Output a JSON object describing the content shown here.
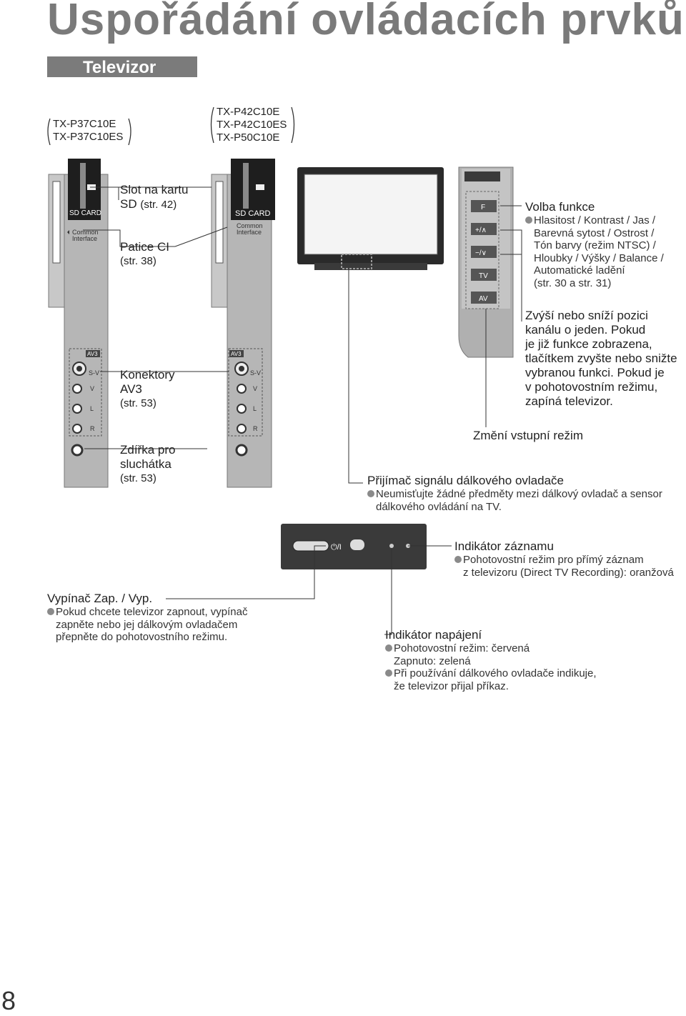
{
  "page": {
    "title": "Uspořádání ovládacích prvků",
    "section": "Televizor",
    "page_number": "8"
  },
  "models": {
    "group_left": [
      "TX-P37C10E",
      "TX-P37C10ES"
    ],
    "group_right": [
      "TX-P42C10E",
      "TX-P42C10ES",
      "TX-P50C10E"
    ]
  },
  "panel_labels": {
    "sd_card": "SD CARD",
    "common": "Common",
    "interface": "Interface",
    "av3": "AV3",
    "sv": "S-V",
    "v": "V",
    "l": "L",
    "r": "R"
  },
  "side_buttons": {
    "f": "F",
    "plus": "+/∧",
    "minus": "−/∨",
    "tv": "TV",
    "av": "AV"
  },
  "power_button_label": "⏻/I",
  "callouts": {
    "sd_slot": {
      "line1": "Slot na kartu",
      "line2": "SD",
      "ref": "(str. 42)"
    },
    "ci_slot": {
      "line1": "Patice CI",
      "ref": "(str. 38)"
    },
    "av3": {
      "line1": "Konektory",
      "line2": "AV3",
      "ref": "(str. 53)"
    },
    "headphones": {
      "line1": "Zdířka pro",
      "line2": "sluchátka",
      "ref": "(str. 53)"
    },
    "function_select": {
      "title": "Volba funkce",
      "items": [
        "Hlasitost / Kontrast / Jas /",
        "Barevná sytost / Ostrost /",
        "Tón barvy (režim NTSC) /",
        "Hloubky / Výšky / Balance /",
        "Automatické ladění",
        "(str. 30 a str. 31)"
      ]
    },
    "channel": {
      "lines": [
        "Zvýší nebo sníží pozici",
        "kanálu o jeden. Pokud",
        "je již funkce zobrazena,",
        "tlačítkem zvyšte nebo snižte",
        "vybranou funkci. Pokud je",
        "v pohotovostním režimu,",
        "zapíná televizor."
      ]
    },
    "input_mode": "Změní vstupní režim",
    "remote_sensor": {
      "title": "Přijímač signálu dálkového ovladače",
      "lines": [
        "Neumisťujte žádné předměty mezi dálkový ovladač a sensor",
        "dálkového ovládání na TV."
      ]
    },
    "rec_indicator": {
      "title": "Indikátor záznamu",
      "lines": [
        "Pohotovostní režim pro přímý záznam",
        "z televizoru (Direct TV Recording): oranžová"
      ]
    },
    "power_switch": {
      "title": "Vypínač Zap. / Vyp.",
      "lines": [
        "Pokud chcete televizor zapnout, vypínač",
        "zapněte nebo jej dálkovým ovladačem",
        "přepněte do pohotovostního režimu."
      ]
    },
    "power_indicator": {
      "title": "Indikátor napájení",
      "lines": [
        "Pohotovostní režim: červená",
        "Zapnuto: zelená",
        "Při používání dálkového ovladače indikuje,",
        "že televizor přijal příkaz."
      ]
    }
  },
  "colors": {
    "title": "#7a7a7a",
    "section_bar": "#7b7b7b",
    "panel": "#b4b4b4",
    "bullet": "#8a8a8a"
  }
}
